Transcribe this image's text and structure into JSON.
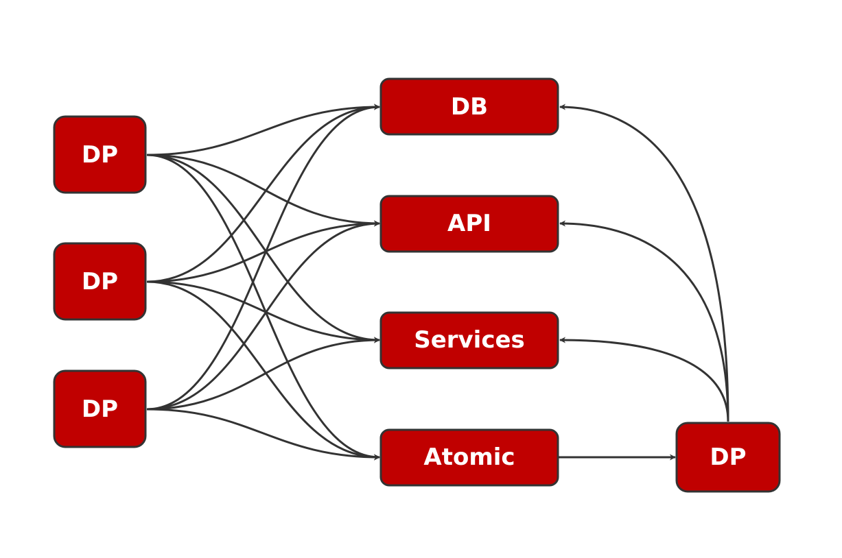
{
  "diagram": {
    "colors": {
      "node_fill": "#c00000",
      "node_border": "#333333",
      "edge": "#333333",
      "label": "#ffffff"
    },
    "nodes": {
      "dp_left_top": "DP",
      "dp_left_mid": "DP",
      "dp_left_bottom": "DP",
      "db": "DB",
      "api": "API",
      "services": "Services",
      "atomic": "Atomic",
      "dp_right": "DP"
    },
    "edges": [
      {
        "from": "dp_left_top",
        "to": "db"
      },
      {
        "from": "dp_left_top",
        "to": "api"
      },
      {
        "from": "dp_left_top",
        "to": "services"
      },
      {
        "from": "dp_left_top",
        "to": "atomic"
      },
      {
        "from": "dp_left_mid",
        "to": "db"
      },
      {
        "from": "dp_left_mid",
        "to": "api"
      },
      {
        "from": "dp_left_mid",
        "to": "services"
      },
      {
        "from": "dp_left_mid",
        "to": "atomic"
      },
      {
        "from": "dp_left_bottom",
        "to": "db"
      },
      {
        "from": "dp_left_bottom",
        "to": "api"
      },
      {
        "from": "dp_left_bottom",
        "to": "services"
      },
      {
        "from": "dp_left_bottom",
        "to": "atomic"
      },
      {
        "from": "atomic",
        "to": "dp_right"
      },
      {
        "from": "dp_right",
        "to": "db"
      },
      {
        "from": "dp_right",
        "to": "api"
      },
      {
        "from": "dp_right",
        "to": "services"
      }
    ]
  }
}
